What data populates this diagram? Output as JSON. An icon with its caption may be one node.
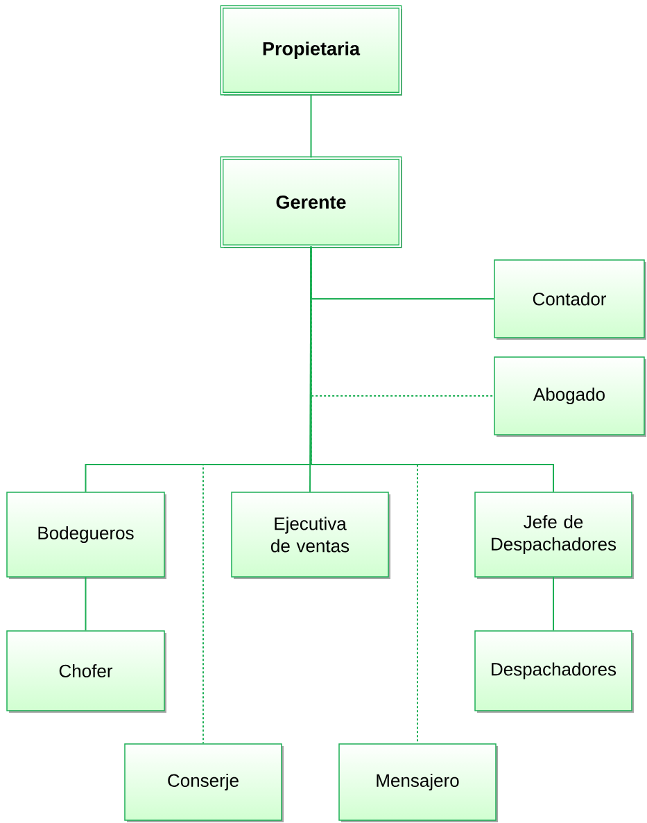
{
  "diagram": {
    "nodes": [
      {
        "text": [
          "Propietaria"
        ]
      },
      {
        "text": [
          "Gerente"
        ]
      },
      {
        "text": [
          "Contador"
        ]
      },
      {
        "text": [
          "Abogado"
        ]
      },
      {
        "text": [
          "Bodegueros"
        ]
      },
      {
        "text": [
          "Ejecutiva de ventas"
        ]
      },
      {
        "text": [
          "Jefe de Despachadores"
        ]
      },
      {
        "text": [
          "Chofer"
        ]
      },
      {
        "text": [
          "Despachadores"
        ]
      },
      {
        "text": [
          "Conserje"
        ]
      },
      {
        "text": [
          "Mensajero"
        ]
      }
    ],
    "edges": [
      {
        "from": 0,
        "to": 1,
        "arrow": "none"
      },
      {
        "from": 1,
        "to": 2,
        "arrow": "none"
      },
      {
        "from": 1,
        "to": 3,
        "arrow": "none",
        "style": "dashed"
      },
      {
        "from": 1,
        "to": 4,
        "arrow": "none"
      },
      {
        "from": 1,
        "to": 5,
        "arrow": "none"
      },
      {
        "from": 1,
        "to": 6,
        "arrow": "none"
      },
      {
        "from": 1,
        "to": 9,
        "arrow": "none",
        "style": "dashed"
      },
      {
        "from": 1,
        "to": 10,
        "arrow": "none",
        "style": "dashed"
      },
      {
        "from": 4,
        "to": 7,
        "arrow": "none"
      },
      {
        "from": 6,
        "to": 8,
        "arrow": "none"
      }
    ]
  }
}
